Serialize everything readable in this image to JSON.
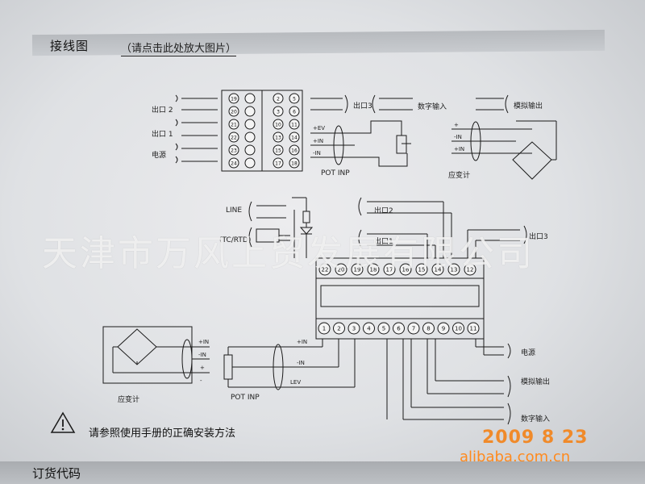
{
  "header": {
    "title": "接线图",
    "subtitle": "（请点击此处放大图片）"
  },
  "top_left": {
    "labels": [
      "出口 2",
      "出口 1",
      "电源"
    ],
    "terminals_rows": [
      [
        "19",
        "2",
        "5"
      ],
      [
        "20",
        "3",
        "6"
      ],
      [
        "21",
        "10",
        "11"
      ],
      [
        "22",
        "13",
        "14"
      ],
      [
        "23",
        "15",
        "16"
      ],
      [
        "24",
        "17",
        "18"
      ]
    ]
  },
  "top_mid": {
    "out3": "出口3",
    "digital_in": "数字输入",
    "pot_label": "POT INP",
    "pin_labels": [
      "+IN",
      "-IN",
      "+EV"
    ]
  },
  "top_right": {
    "analog_out": "模拟输出",
    "strain": "应变计",
    "pin_labels": [
      "+",
      "-IN",
      "+IN"
    ]
  },
  "mid": {
    "line": "LINE",
    "tc": "(TC/RTD)",
    "out2": "出口2",
    "out1": "出口1",
    "out3": "出口3",
    "top_terminals": [
      "22",
      "20",
      "19",
      "18",
      "17",
      "16",
      "15",
      "14",
      "13",
      "12"
    ],
    "bottom_terminals": [
      "1",
      "2",
      "3",
      "4",
      "5",
      "6",
      "7",
      "8",
      "9",
      "10",
      "11"
    ]
  },
  "bottom_left": {
    "strain": "应变计",
    "pot_label": "POT INP",
    "pin_labels": [
      "+IN",
      "-IN",
      "+",
      "-"
    ],
    "pot_pins": [
      "+IN",
      "-IN",
      "LEV"
    ]
  },
  "bottom_right": {
    "power": "电源",
    "analog_out": "模拟输出",
    "digital_in": "数字输入"
  },
  "watermark": "天津市万风上贸发展有限公司",
  "notice": "请参照使用手册的正确安装方法",
  "date_stamp": "2009  8 23",
  "source_site": "alibaba.com.cn",
  "footer": {
    "title": "订货代码"
  },
  "colors": {
    "paper": "#e6e7ea",
    "ink": "#1a1a1a",
    "stamp": "#f08a2a"
  }
}
